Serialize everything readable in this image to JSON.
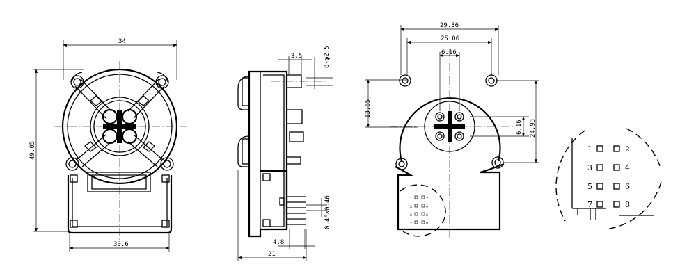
{
  "front_view": {
    "width_label": "34",
    "height_label": "49.05",
    "base_width_label": "30.6"
  },
  "side_view": {
    "flange_label": "3.5",
    "shaft_label": "8-φ2.5",
    "pin_label": "0.46×0.46",
    "pitch_label": "4.8",
    "depth_label": "21"
  },
  "rear_view": {
    "outer_label": "29.36",
    "hole_span_label": "25.06",
    "hub_label": "6.16",
    "hub_label_v": "6.16",
    "offset_label": "13.65",
    "height_label": "24.93"
  },
  "connector_detail": {
    "pins": [
      "1",
      "2",
      "3",
      "4",
      "5",
      "6",
      "7",
      "8"
    ]
  }
}
